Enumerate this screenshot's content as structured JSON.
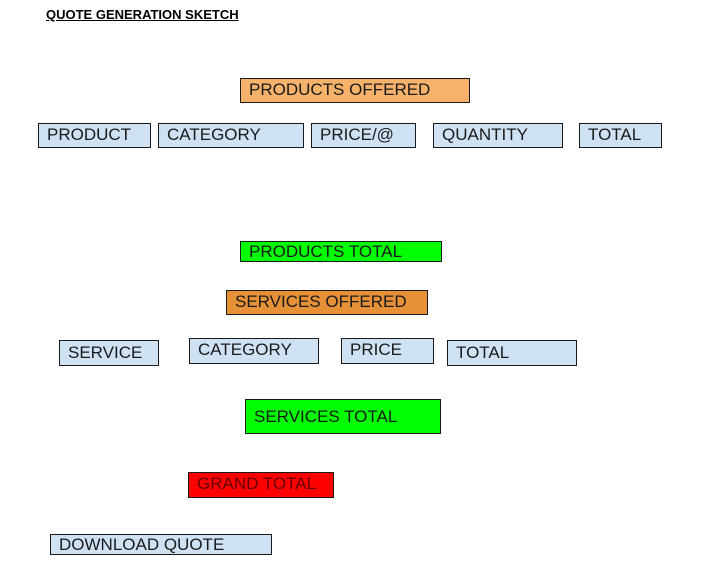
{
  "title": "QUOTE GENERATION SKETCH",
  "products": {
    "header": "PRODUCTS OFFERED",
    "columns": [
      "PRODUCT",
      "CATEGORY",
      "PRICE/@",
      "QUANTITY",
      "TOTAL"
    ],
    "total_label": "PRODUCTS TOTAL"
  },
  "services": {
    "header": "SERVICES OFFERED",
    "columns": [
      "SERVICE",
      "CATEGORY",
      "PRICE",
      "TOTAL"
    ],
    "total_label": "SERVICES TOTAL"
  },
  "grand_total_label": "GRAND TOTAL",
  "download_label": "DOWNLOAD QUOTE",
  "colors": {
    "column_box": "#cfe2f3",
    "products_header": "#f6b26b",
    "services_header": "#e69138",
    "section_total": "#00ff00",
    "grand_total": "#ff0000"
  }
}
